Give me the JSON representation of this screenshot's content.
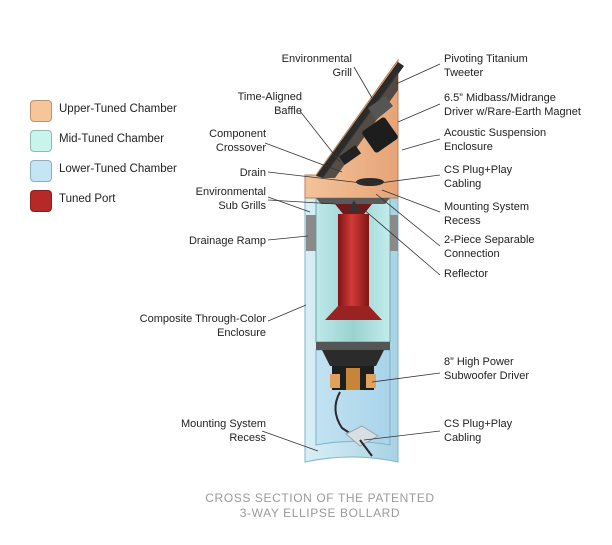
{
  "legend": [
    {
      "label": "Upper-Tuned Chamber",
      "color": "#f6c69a"
    },
    {
      "label": "Mid-Tuned Chamber",
      "color": "#c8f4ee"
    },
    {
      "label": "Lower-Tuned Chamber",
      "color": "#c4e6f4"
    },
    {
      "label": "Tuned Port",
      "color": "#b52a28"
    }
  ],
  "labels": {
    "environmental_grill": "Environmental\nGrill",
    "time_aligned_baffle": "Time-Aligned\nBaffle",
    "component_crossover": "Component\nCrossover",
    "drain": "Drain",
    "environmental_sub_grills": "Environmental\nSub Grills",
    "drainage_ramp": "Drainage Ramp",
    "composite_enclosure": "Composite Through-Color\nEnclosure",
    "mounting_recess_left": "Mounting System\nRecess",
    "pivoting_tweeter": "Pivoting Titanium\nTweeter",
    "midbass_driver": "6.5” Midbass/Midrange\nDriver w/Rare-Earth Magnet",
    "acoustic_enclosure": "Acoustic Suspension\nEnclosure",
    "cs_cabling_upper": "CS Plug+Play\nCabling",
    "mounting_recess_right": "Mounting System\nRecess",
    "separable_connection": "2-Piece Separable\nConnection",
    "reflector": "Reflector",
    "subwoofer_driver": "8” High Power\nSubwoofer Driver",
    "cs_cabling_lower": "CS Plug+Play\nCabling"
  },
  "caption": "CROSS SECTION OF THE PATENTED\n3-WAY ELLIPSE BOLLARD"
}
